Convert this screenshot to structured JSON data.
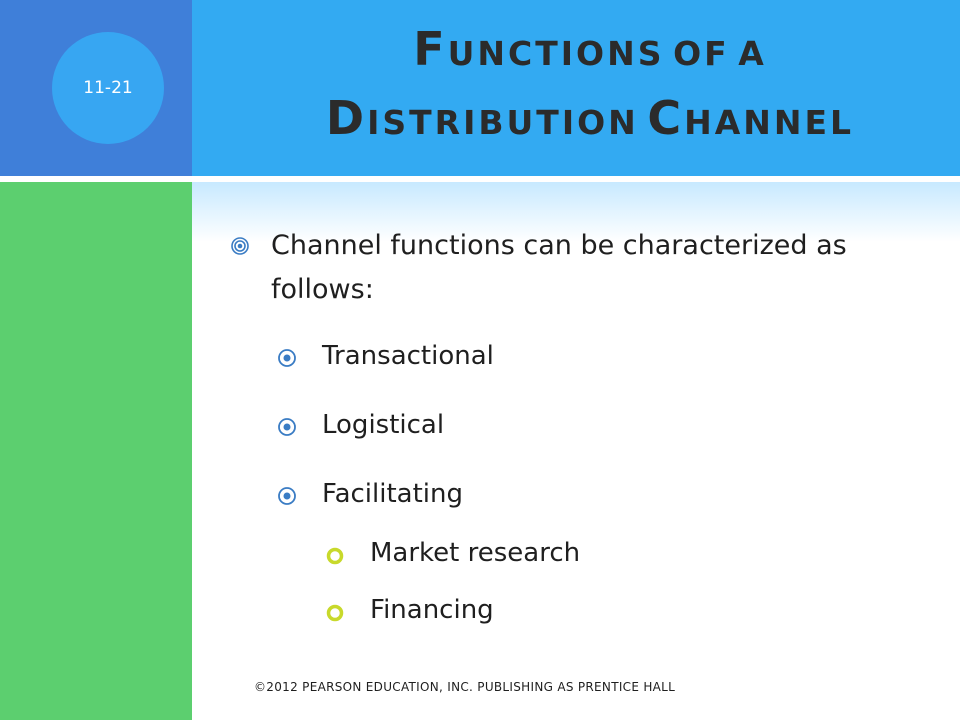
{
  "slide": {
    "number": "11-21",
    "title": {
      "line1": [
        {
          "cap": "F",
          "rest": "UNCTIONS"
        },
        {
          "cap": "",
          "rest": "OF"
        },
        {
          "cap": "",
          "rest": "A"
        }
      ],
      "line2": [
        {
          "cap": "D",
          "rest": "ISTRIBUTION"
        },
        {
          "cap": "C",
          "rest": "HANNEL"
        }
      ]
    },
    "bullets": {
      "main": "Channel functions can be characterized as follows:",
      "level2": [
        "Transactional",
        "Logistical",
        "Facilitating"
      ],
      "level3": [
        "Market research",
        "Financing"
      ]
    },
    "footer": "©2012 PEARSON EDUCATION, INC. PUBLISHING AS PRENTICE HALL",
    "icons": {
      "level1": "target-bullet-icon",
      "level2": "circle-dot-bullet-icon",
      "level3": "ring-bullet-icon"
    },
    "colors": {
      "left_top": "#3f7fd9",
      "left_bottom": "#5ccf6f",
      "title_band": "#33aaf2",
      "ring_bullet": "#c8d92b"
    }
  }
}
